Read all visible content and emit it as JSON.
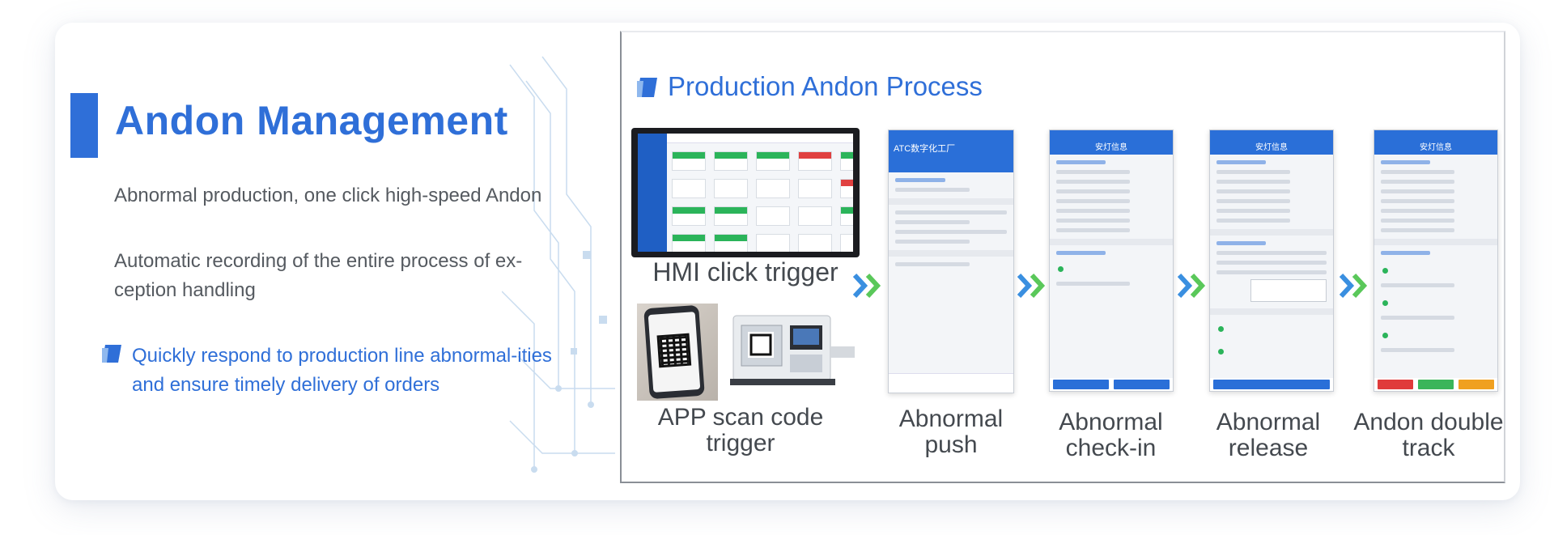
{
  "main": {
    "title": "Andon Management",
    "descriptions": [
      "Abnormal production, one click high-speed Andon",
      "Automatic recording of the entire process of ex-ception handling"
    ],
    "highlight": "Quickly respond to production line abnormal-ities and ensure timely delivery of orders"
  },
  "process": {
    "title": "Production Andon Process",
    "steps": [
      {
        "label": "HMI click trigger"
      },
      {
        "label": "APP scan code trigger"
      },
      {
        "label": "Abnormal push"
      },
      {
        "label": "Abnormal check-in"
      },
      {
        "label": "Abnormal release"
      },
      {
        "label": "Andon double track"
      }
    ],
    "phone_titles": [
      "ATC数字化工厂",
      "安灯信息",
      "安灯信息",
      "安灯信息"
    ]
  },
  "colors": {
    "accent": "#2f6fd8",
    "arrow_blue": "#3a8fe0",
    "arrow_green": "#5ac85a"
  }
}
